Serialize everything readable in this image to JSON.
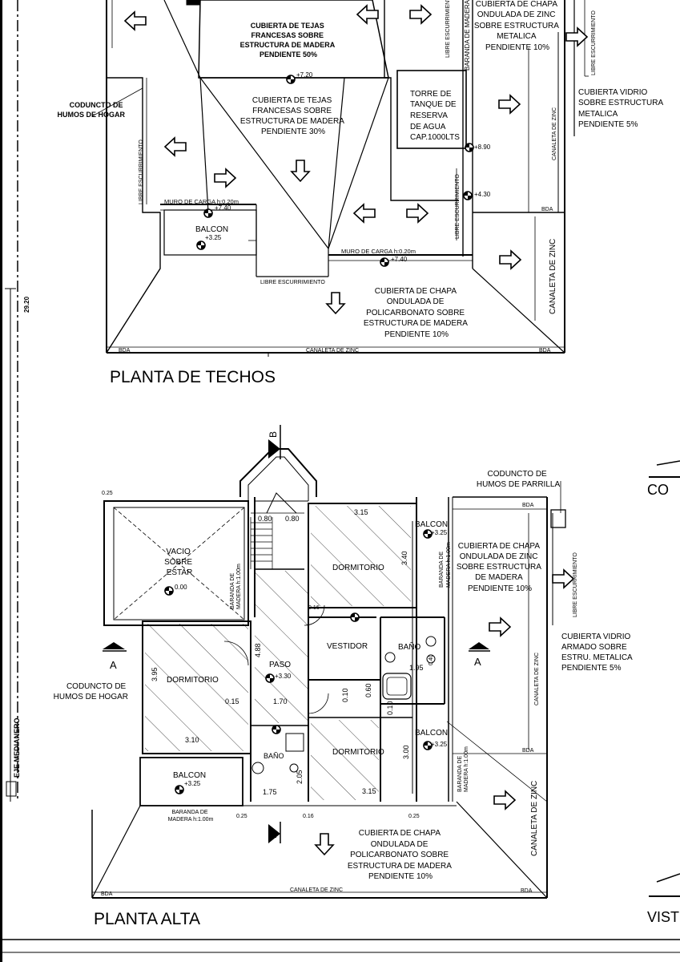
{
  "techos": {
    "title": "PLANTA DE TECHOS",
    "roof_tejas_50": [
      "CUBIERTA DE TEJAS",
      "FRANCESAS SOBRE",
      "ESTRUCTURA DE MADERA",
      "PENDIENTE 50%"
    ],
    "roof_tejas_30": [
      "CUBIERTA DE TEJAS",
      "FRANCESAS SOBRE",
      "ESTRUCTURA DE MADERA",
      "PENDIENTE 30%"
    ],
    "roof_chapa_metal": [
      "CUBIERTA DE CHAPA",
      "ONDULADA DE ZINC",
      "SOBRE ESTRUCTURA",
      "METALICA",
      "PENDIENTE 10%"
    ],
    "roof_vidrio": [
      "CUBIERTA VIDRIO",
      "SOBRE ESTRUCTURA",
      "METALICA",
      "PENDIENTE 5%"
    ],
    "roof_policarbonato": [
      "CUBIERTA DE CHAPA",
      "ONDULADA DE",
      "POLICARBONATO SOBRE",
      "ESTRUCTURA DE MADERA",
      "PENDIENTE 10%"
    ],
    "tank": [
      "TORRE DE",
      "TANQUE DE",
      "RESERVA",
      "DE AGUA",
      "CAP.1000LTS"
    ],
    "conducto": [
      "CODUNCTO DE",
      "HUMOS DE HOGAR"
    ],
    "balcon": "BALCON",
    "lvl_720": "+7.20",
    "lvl_740a": "+7.40",
    "lvl_740b": "+7.40",
    "lvl_890": "+8.90",
    "lvl_430": "+4.30",
    "lvl_325": "+3.25",
    "muro_1": "MURO DE CARGA h:0.20m",
    "muro_2": "MURO DE CARGA h:0.20m",
    "libre_1": "LIBRE ESCURRIMIENTO",
    "libre_2": "LIBRE ESCURRIMIENTO",
    "libre_3": "LIBRE ESCURRIMIENTO",
    "libre_4": "LIBRE ESCURRIMIENTO",
    "baranda": "BARANDA DE MADERA",
    "canaleta_v": "CANALETA DE ZINC",
    "canaleta_h": "CANALETA DE ZINC",
    "canaleta_small": "CANALETA DE ZINC",
    "bda": "BDA",
    "eje_dim": "29.20"
  },
  "alta": {
    "title": "PLANTA ALTA",
    "vacio": [
      "VACIO",
      "SOBRE",
      "ESTAR"
    ],
    "lvl_000": "0.00",
    "dormitorio": "DORMITORIO",
    "vestidor": "VESTIDOR",
    "bano": "BAÑO",
    "paso": "PASO",
    "lvl_330": "+3.30",
    "lvl_325": "+3.25",
    "balcon": "BALCON",
    "conducto_parrilla": [
      "CODUNCTO DE",
      "HUMOS DE PARRILLA"
    ],
    "conducto_hogar": [
      "CODUNCTO DE",
      "HUMOS DE HOGAR"
    ],
    "roof_chapa_madera": [
      "CUBIERTA DE CHAPA",
      "ONDULADA DE ZINC",
      "SOBRE ESTRUCTURA",
      "DE MADERA",
      "PENDIENTE 10%"
    ],
    "roof_vidrio": [
      "CUBIERTA VIDRIO",
      "ARMADO SOBRE",
      "ESTRU. METALICA",
      "PENDIENTE 5%"
    ],
    "roof_policarbonato": [
      "CUBIERTA DE CHAPA",
      "ONDULADA DE",
      "POLICARBONATO SOBRE",
      "ESTRUCTURA DE MADERA",
      "PENDIENTE 10%"
    ],
    "baranda": [
      "BARANDA DE",
      "MADERA h:1.00m"
    ],
    "canaleta": "CANALETA DE ZINC",
    "libre": "LIBRE ESCURRIMIENTO",
    "bda": "BDA",
    "cut_a": "A",
    "cut_b": "B",
    "dims": {
      "d315a": "3.15",
      "d340": "3.40",
      "d488": "4.88",
      "d395": "3.95",
      "d310": "3.10",
      "d015": "0.15",
      "d170": "1.70",
      "d195": "1.95",
      "d010a": "0.10",
      "d060": "0.60",
      "d010b": "0.10",
      "d300": "3.00",
      "d315b": "3.15",
      "d175": "1.75",
      "d205": "2.05",
      "d080a": "0.80",
      "d080b": "0.80",
      "d025": "0.25",
      "d016": "0.16",
      "d040": "0.40"
    }
  },
  "side": {
    "eje_medianero": "EJE MEDIANERO",
    "co": "CO",
    "vis": "VIST"
  }
}
